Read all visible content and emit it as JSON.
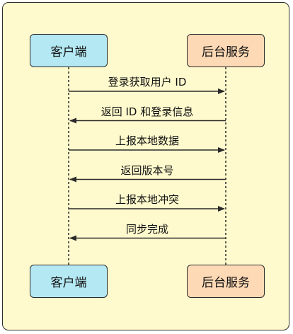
{
  "participants": {
    "client": "客户端",
    "server": "后台服务"
  },
  "messages": [
    {
      "text": "登录获取用户 ID",
      "direction": "client-to-server"
    },
    {
      "text": "返回 ID 和登录信息",
      "direction": "server-to-client"
    },
    {
      "text": "上报本地数据",
      "direction": "client-to-server"
    },
    {
      "text": "返回版本号",
      "direction": "server-to-client"
    },
    {
      "text": "上报本地冲突",
      "direction": "client-to-server"
    },
    {
      "text": "同步完成",
      "direction": "server-to-client"
    }
  ],
  "colors": {
    "frame_background": "#fffacd",
    "client_box": "#b4e8f3",
    "server_box": "#fdd9b5",
    "line": "#2a2a2a"
  }
}
